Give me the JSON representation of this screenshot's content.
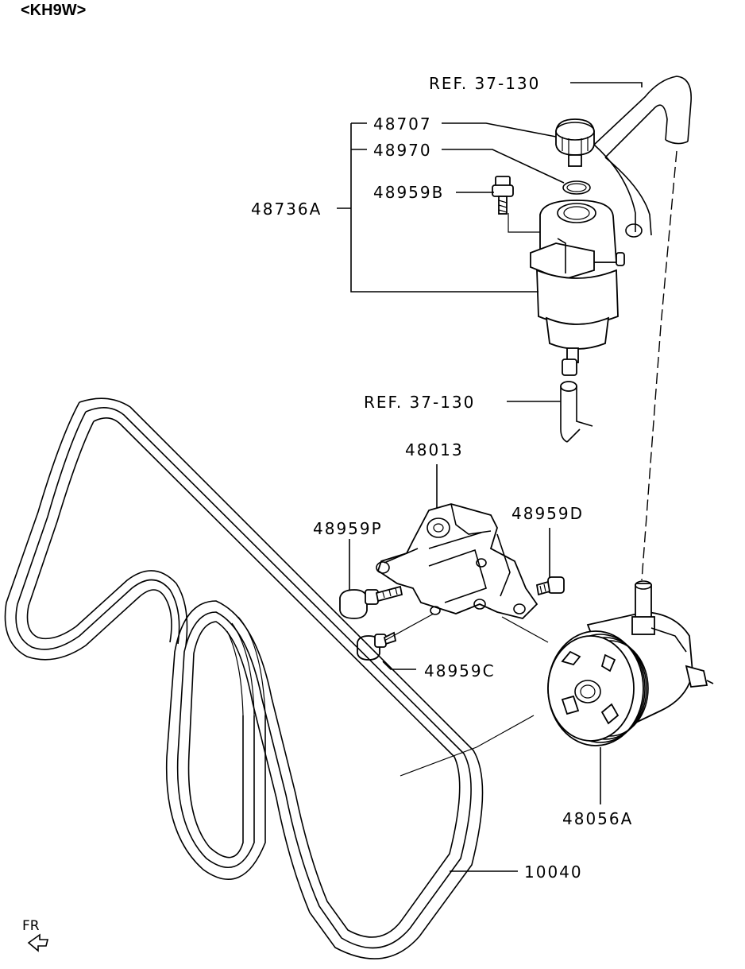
{
  "header": {
    "model_code": "<KH9W>"
  },
  "callouts": {
    "ref_top": "REF. 37-130",
    "p48707": "48707",
    "p48970": "48970",
    "p48959B": "48959B",
    "p48736A": "48736A",
    "ref_mid": "REF. 37-130",
    "p48013": "48013",
    "p48959P": "48959P",
    "p48959D": "48959D",
    "p48959C": "48959C",
    "p48056A": "48056A",
    "p10040": "10040"
  },
  "front_indicator": "FR"
}
